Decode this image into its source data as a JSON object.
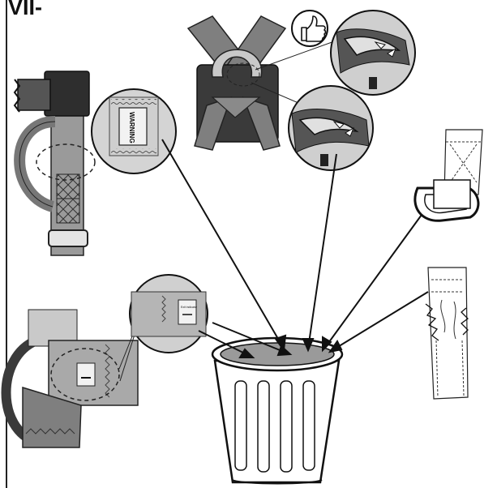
{
  "section_label": "VII-",
  "warning_tag_text": "WARNING",
  "exit_tag_text": "Exit indicator",
  "colors": {
    "ink": "#111111",
    "webbing": "#8a8a8a",
    "webbing_light": "#bdbdbd",
    "panel_dark": "#3a3a3a",
    "bin_fill": "#d9d9d9"
  },
  "icons": [
    "thumbs-up-icon",
    "trash-bin-icon",
    "arrow-icon"
  ]
}
